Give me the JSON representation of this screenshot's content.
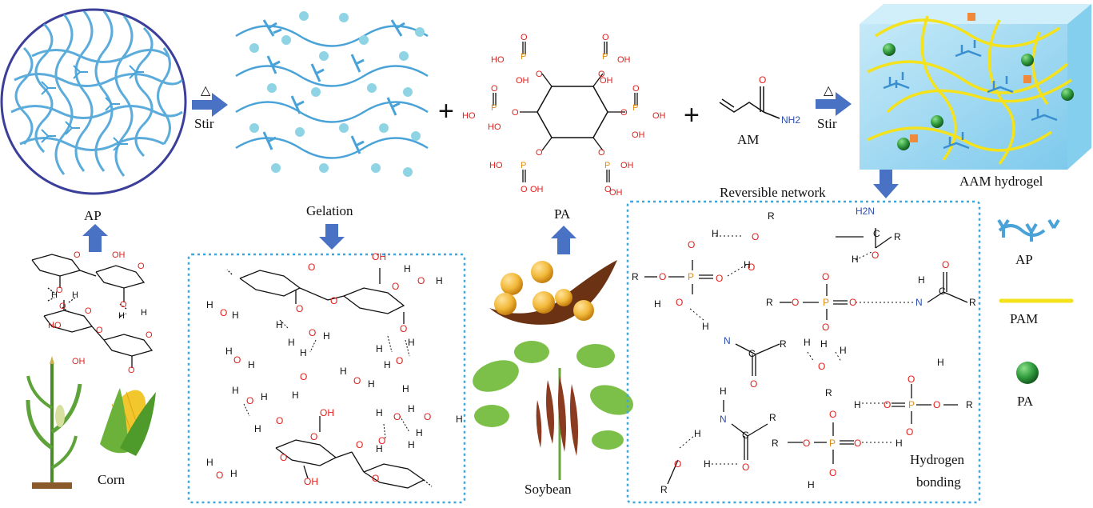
{
  "labels": {
    "ap_circle": "AP",
    "gelation": "Gelation",
    "pa_top": "PA",
    "am": "AM",
    "aam_hydrogel": "AAM hydrogel",
    "reversible_network": "Reversible network",
    "corn": "Corn",
    "soybean": "Soybean",
    "hydrogen": "Hydrogen",
    "bonding": "bonding",
    "stir_1": "Stir",
    "stir_2": "Stir",
    "delta_1": "△",
    "delta_2": "△",
    "plus_1": "+",
    "plus_2": "+"
  },
  "legend": [
    {
      "label": "AP",
      "icon": "ap-chain-icon"
    },
    {
      "label": "PAM",
      "icon": "pam-line-icon"
    },
    {
      "label": "PA",
      "icon": "pa-sphere-icon"
    }
  ],
  "atoms": {
    "oh": "OH",
    "ho": "HO",
    "o": "O",
    "p": "P",
    "h": "H",
    "n": "N",
    "r": "R",
    "nh2": "NH2",
    "h2n": "H2N"
  },
  "colors": {
    "chain_blue": "#4aa3d8",
    "arrow_blue": "#4a72c4",
    "box_dotted": "#3fa7dd",
    "oxygen_red": "#e0211e",
    "phosphorus_orange": "#e08a12",
    "nitrogen_blue": "#2a4fb0",
    "pam_yellow": "#f4e21c",
    "pa_green": "#2f9a3c",
    "hydrogel_cube": "#9fd8f2",
    "crosslink_orange": "#f08a3a"
  }
}
